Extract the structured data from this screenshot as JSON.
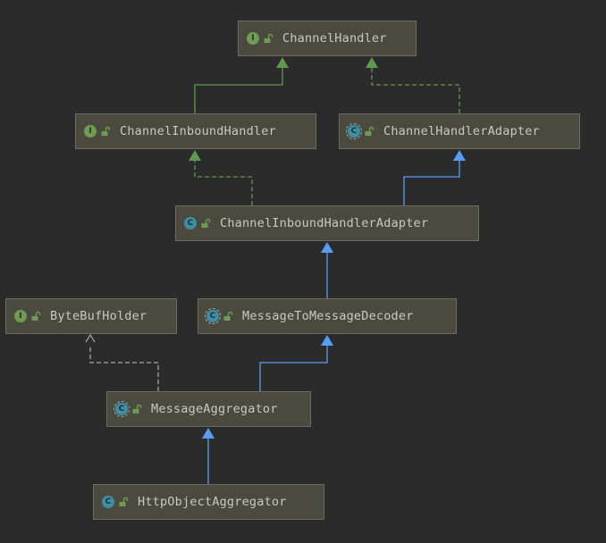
{
  "colors": {
    "background": "#2b2b2b",
    "node_fill": "#4b4a3f",
    "node_border": "#6b6b60",
    "text": "#c9c9c3",
    "interface_badge": "#6f9c54",
    "class_badge": "#3d8fa6",
    "extends_arrow": "#589df6",
    "interface_extends_arrow": "#5f9850",
    "implements_arrow": "#5f9850",
    "implements_gray_arrow": "#a9a9a9"
  },
  "nodes": [
    {
      "id": "channel-handler",
      "label": "ChannelHandler",
      "kind": "interface",
      "badge_letter": "I",
      "badge_icon": "interface-icon",
      "lock_icon": "unlocked-icon"
    },
    {
      "id": "channel-inbound-handler",
      "label": "ChannelInboundHandler",
      "kind": "interface",
      "badge_letter": "I",
      "badge_icon": "interface-icon",
      "lock_icon": "unlocked-icon"
    },
    {
      "id": "channel-handler-adapter",
      "label": "ChannelHandlerAdapter",
      "kind": "abstract-class",
      "badge_letter": "C",
      "badge_icon": "abstract-class-icon",
      "lock_icon": "unlocked-icon"
    },
    {
      "id": "channel-inbound-handler-adapter",
      "label": "ChannelInboundHandlerAdapter",
      "kind": "class",
      "badge_letter": "C",
      "badge_icon": "class-icon",
      "lock_icon": "unlocked-icon"
    },
    {
      "id": "byte-buf-holder",
      "label": "ByteBufHolder",
      "kind": "interface",
      "badge_letter": "I",
      "badge_icon": "interface-icon",
      "lock_icon": "unlocked-icon"
    },
    {
      "id": "message-to-message-decoder",
      "label": "MessageToMessageDecoder",
      "kind": "abstract-class",
      "badge_letter": "C",
      "badge_icon": "abstract-class-icon",
      "lock_icon": "unlocked-icon"
    },
    {
      "id": "message-aggregator",
      "label": "MessageAggregator",
      "kind": "abstract-class",
      "badge_letter": "C",
      "badge_icon": "abstract-class-icon",
      "lock_icon": "unlocked-icon"
    },
    {
      "id": "http-object-aggregator",
      "label": "HttpObjectAggregator",
      "kind": "class",
      "badge_letter": "C",
      "badge_icon": "class-icon",
      "lock_icon": "unlocked-icon"
    }
  ],
  "edges": [
    {
      "from": "channel-inbound-handler",
      "to": "channel-handler",
      "style": "solid",
      "color": "#5f9850"
    },
    {
      "from": "channel-handler-adapter",
      "to": "channel-handler",
      "style": "dashed",
      "color": "#5f9850"
    },
    {
      "from": "channel-inbound-handler-adapter",
      "to": "channel-inbound-handler",
      "style": "dashed",
      "color": "#5f9850"
    },
    {
      "from": "channel-inbound-handler-adapter",
      "to": "channel-handler-adapter",
      "style": "solid",
      "color": "#589df6"
    },
    {
      "from": "message-to-message-decoder",
      "to": "channel-inbound-handler-adapter",
      "style": "solid",
      "color": "#589df6"
    },
    {
      "from": "message-aggregator",
      "to": "message-to-message-decoder",
      "style": "solid",
      "color": "#589df6"
    },
    {
      "from": "message-aggregator",
      "to": "byte-buf-holder",
      "style": "dashed",
      "color": "#a9a9a9",
      "head": "open"
    },
    {
      "from": "http-object-aggregator",
      "to": "message-aggregator",
      "style": "solid",
      "color": "#589df6"
    }
  ]
}
